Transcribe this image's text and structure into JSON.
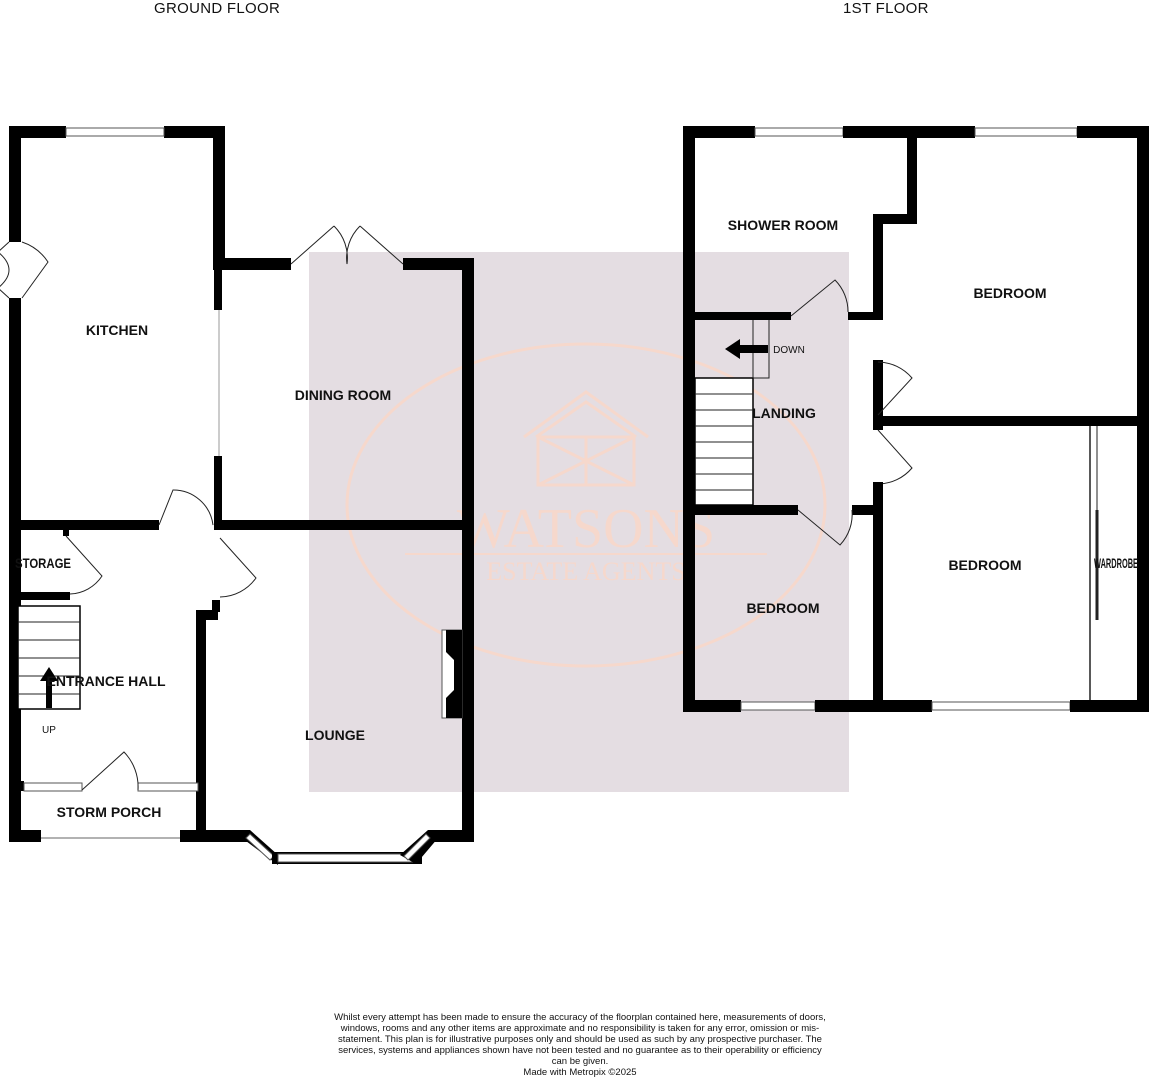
{
  "floors": {
    "ground": {
      "title": "GROUND FLOOR",
      "rooms": {
        "kitchen": "KITCHEN",
        "dining_room": "DINING ROOM",
        "storage": "STORAGE",
        "entrance_hall": "ENTRANCE HALL",
        "lounge": "LOUNGE",
        "storm_porch": "STORM PORCH"
      },
      "stairs_label": "UP"
    },
    "first": {
      "title": "1ST FLOOR",
      "rooms": {
        "shower_room": "SHOWER ROOM",
        "bedroom_1": "BEDROOM",
        "landing": "LANDING",
        "bedroom_2": "BEDROOM",
        "bedroom_3": "BEDROOM",
        "wardrobe": "WARDROBE"
      },
      "stairs_label": "DOWN"
    }
  },
  "watermark": {
    "brand": "WATSONS",
    "tagline": "ESTATE AGENTS"
  },
  "disclaimer": {
    "text": "Whilst every attempt has been made to ensure the accuracy of the floorplan contained here, measurements of doors, windows, rooms and any other items are approximate and no responsibility is taken for any error, omission or mis-statement. This plan is for illustrative purposes only and should be used as such by any prospective purchaser. The services, systems and appliances shown have not been tested and no guarantee as to their operability or efficiency can be given.",
    "credit": "Made with Metropix ©2025"
  },
  "colors": {
    "wall": "#000000",
    "watermark_box": "#e4dde2",
    "watermark_ink": "#f6d8cc"
  }
}
